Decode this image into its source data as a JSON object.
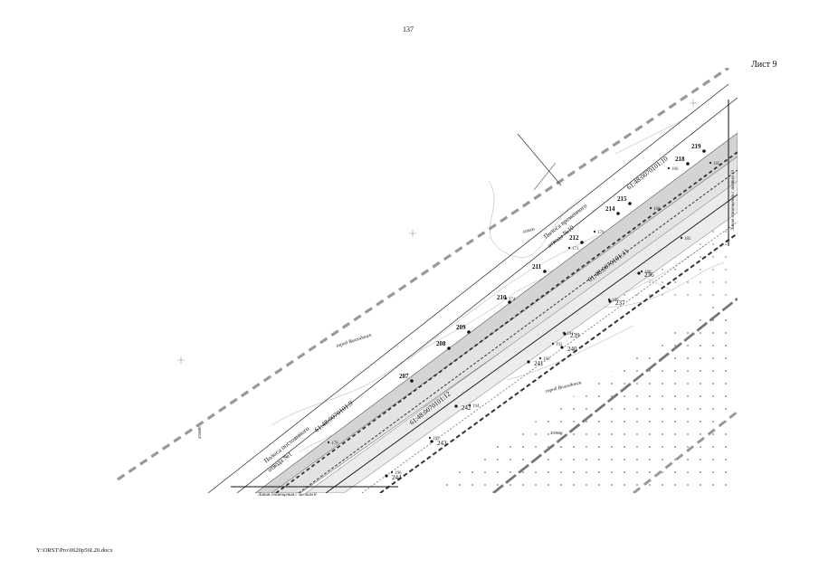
{
  "page": {
    "number": "137",
    "sheet": "Лист 9",
    "file_path": "Y:\\ORST\\Pro\\0620p56L20.docx"
  },
  "map": {
    "city_labels": [
      "город Волгодонск",
      "город Волгодонск"
    ],
    "zone_permanent": [
      "Полоса постоянного",
      "отвода №1"
    ],
    "zone_temporary": [
      "Полоса временного",
      "отвода №10"
    ],
    "cadastral": [
      "61:48:0070101:9",
      "61:48:0070101:10",
      "61:48:0070101:11",
      "61:48:0070101:12"
    ],
    "match_line_bottom": "Линия совмещения с листом 8",
    "match_line_right": "Линия совмещения с листом 10",
    "upper_points": [
      "207",
      "208",
      "209",
      "210",
      "211",
      "212",
      "214",
      "215",
      "218",
      "219"
    ],
    "lower_points": [
      "236",
      "237",
      "239",
      "240",
      "241",
      "242",
      "243",
      "244"
    ],
    "mid_points": [
      "165",
      "166",
      "168",
      "170",
      "171",
      "174",
      "179",
      "185",
      "188",
      "189",
      "191",
      "192",
      "193",
      "194",
      "195",
      "196"
    ],
    "grid_labels": [
      "458600",
      "458600",
      "458600"
    ]
  }
}
